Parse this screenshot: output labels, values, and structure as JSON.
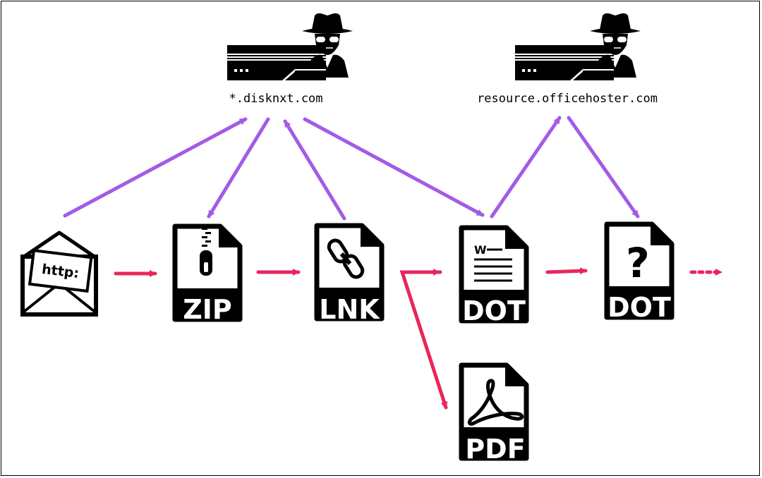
{
  "servers": [
    {
      "id": "disknxt",
      "label": "*.disknxt.com",
      "icon": "hacker-server-icon"
    },
    {
      "id": "officehoster",
      "label": "resource.officehoster.com",
      "icon": "hacker-server-icon"
    }
  ],
  "nodes": {
    "email": {
      "label": "http:",
      "icon": "email-envelope-icon"
    },
    "zip": {
      "label": "ZIP",
      "icon": "zip-file-icon"
    },
    "lnk": {
      "label": "LNK",
      "icon": "link-file-icon"
    },
    "dot1": {
      "label": "DOT",
      "icon": "word-document-icon",
      "glyph": "W"
    },
    "dot2": {
      "label": "DOT",
      "icon": "unknown-document-icon",
      "glyph": "?"
    },
    "pdf": {
      "label": "PDF",
      "icon": "pdf-file-icon"
    }
  },
  "colors": {
    "network_arrow": "#a35be6",
    "flow_arrow": "#e8265a",
    "icon": "#000000"
  }
}
